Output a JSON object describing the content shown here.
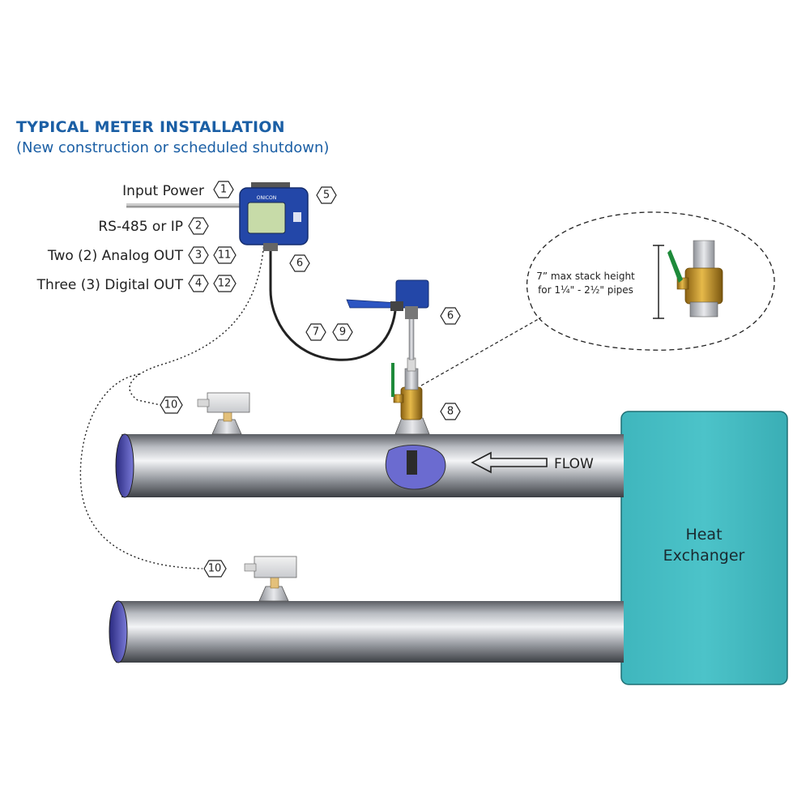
{
  "title": "TYPICAL METER INSTALLATION",
  "subtitle": "(New construction or scheduled shutdown)",
  "connections": [
    {
      "label": "Input Power",
      "badges": [
        "1"
      ]
    },
    {
      "label": "RS-485 or IP",
      "badges": [
        "2"
      ]
    },
    {
      "label": "Two (2) Analog OUT",
      "badges": [
        "3",
        "11"
      ]
    },
    {
      "label": "Three (3) Digital OUT",
      "badges": [
        "4",
        "12"
      ]
    }
  ],
  "badges": {
    "display": "5",
    "cable_top": "6",
    "sensor": "6",
    "cable_a": "7",
    "cable_b": "9",
    "valve": "8",
    "temp_top": "10",
    "temp_bottom": "10"
  },
  "meter_brand": "ONICON",
  "note": {
    "line1": "7” max stack height",
    "line2": "for 1¼\" - 2½\" pipes"
  },
  "flow_label": "FLOW",
  "heat_exchanger": {
    "line1": "Heat",
    "line2": "Exchanger"
  },
  "colors": {
    "title": "#1b5fa5",
    "meter": "#2347a8",
    "heat_exchanger": "#4cc3c9",
    "pipe_end": "#6464c8"
  }
}
